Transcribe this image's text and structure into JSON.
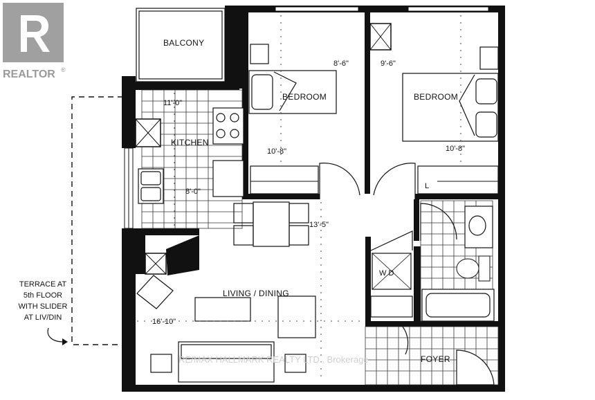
{
  "logo": {
    "text": "REALTOR",
    "mark": "®",
    "icon": "realtor-r-icon",
    "color": "#9a9a9a"
  },
  "rooms": {
    "balcony": "BALCONY",
    "bedroom_1": "BEDROOM",
    "bedroom_2": "BEDROOM",
    "kitchen": "KITCHEN",
    "living_dining": "LIVING / DINING",
    "foyer": "FOYER",
    "laundry": "W  D"
  },
  "dimensions": {
    "bed1_width": "8'-6\"",
    "bed2_width": "9'-6\"",
    "kitchen_width": "11'-0\"",
    "bed1_length": "10'-8\"",
    "bed2_length": "10'-8\"",
    "kitchen_length": "8'-0\"",
    "dining_length": "13'-5\"",
    "living_width": "16'-10\""
  },
  "closet_marker": "L",
  "terrace_note": [
    "TERRACE AT",
    "5th FLOOR",
    "WITH SLIDER",
    "AT LIV/DIN"
  ],
  "watermark": "RE/MAX HALLMARK REALTY LTD., Brokerage"
}
